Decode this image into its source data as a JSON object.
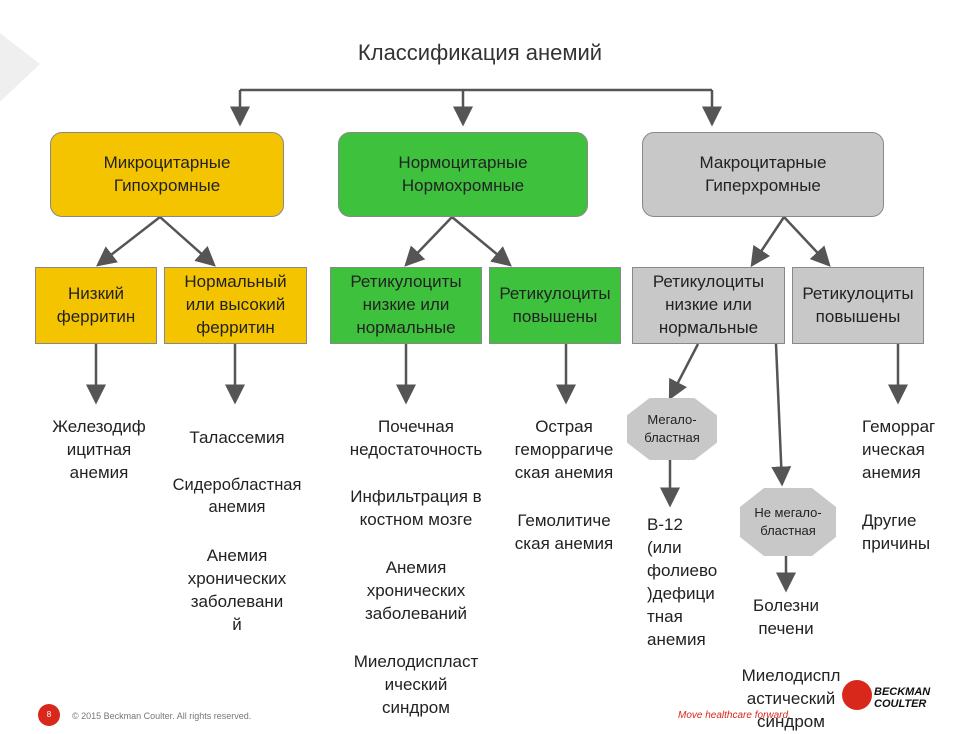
{
  "title": "Классификация анемий",
  "categories": [
    {
      "label": "Микроцитарные\nГипохромные",
      "color": "#f5c400"
    },
    {
      "label": "Нормоцитарные\nНормохромные",
      "color": "#3ec23e"
    },
    {
      "label": "Макроцитарные\nГиперхромные",
      "color": "#c8c8c8"
    }
  ],
  "subgroups": [
    "Низкий\nферритин",
    "Нормальный\nили высокий\nферритин",
    "Ретикулоциты\nнизкие или\nнормальные",
    "Ретикулоциты\nповышены",
    "Ретикулоциты\nнизкие или\nнормальные",
    "Ретикулоциты\nповышены"
  ],
  "octagons": [
    "Мегало-\nбластная",
    "Не мегало-\nбластная"
  ],
  "leaves": {
    "iron": "Железодиф\nицитная\nанемия",
    "thal": "Талассемия",
    "sidero": "Сидеробластная\nанемия",
    "chronic1": "Анемия\nхронических\nзаболевани\nй",
    "renal": "Почечная\nнедостаточность",
    "infiltr": "Инфильтрация в\nкостном мозге",
    "chronic2": "Анемия\nхронических\nзаболеваний",
    "mds1": "Миелодиспласт\nический\nсиндром",
    "acute": "Острая\nгеморрагиче\nская анемия",
    "hemol": "Гемолитиче\nская анемия",
    "b12": "В-12\n(или\nфолиево\n)дефици\nтная\nанемия",
    "liver": "Болезни\nпечени",
    "mds2": "Миелодиспл\nастический\nсиндром",
    "hemorr": "Геморраг\nическая\nанемия",
    "other": "Другие\nпричины"
  },
  "footer": {
    "page_number": "8",
    "copyright": "© 2015 Beckman Coulter. All rights reserved.",
    "tagline": "Move healthcare forward.",
    "brand_line1": "BECKMAN",
    "brand_line2": "COULTER"
  }
}
